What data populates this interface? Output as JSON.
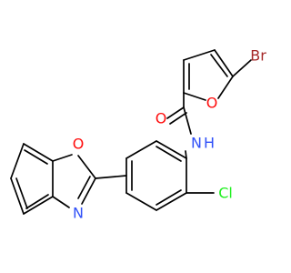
{
  "molecule": {
    "atoms": {
      "br": {
        "text": "Br",
        "color": "#a62929"
      },
      "o_furan": {
        "text": "O",
        "color": "#ff0d0d"
      },
      "o_carbonyl": {
        "text": "O",
        "color": "#ff0d0d"
      },
      "n_amide": {
        "text": "N",
        "color": "#3050f8"
      },
      "h_amide": {
        "text": "H",
        "color": "#3050f8"
      },
      "cl": {
        "text": "Cl",
        "color": "#1ff01f"
      },
      "o_oxazole": {
        "text": "O",
        "color": "#ff0d0d"
      },
      "n_oxazole": {
        "text": "N",
        "color": "#3050f8"
      }
    },
    "bond_color": "#000000"
  }
}
